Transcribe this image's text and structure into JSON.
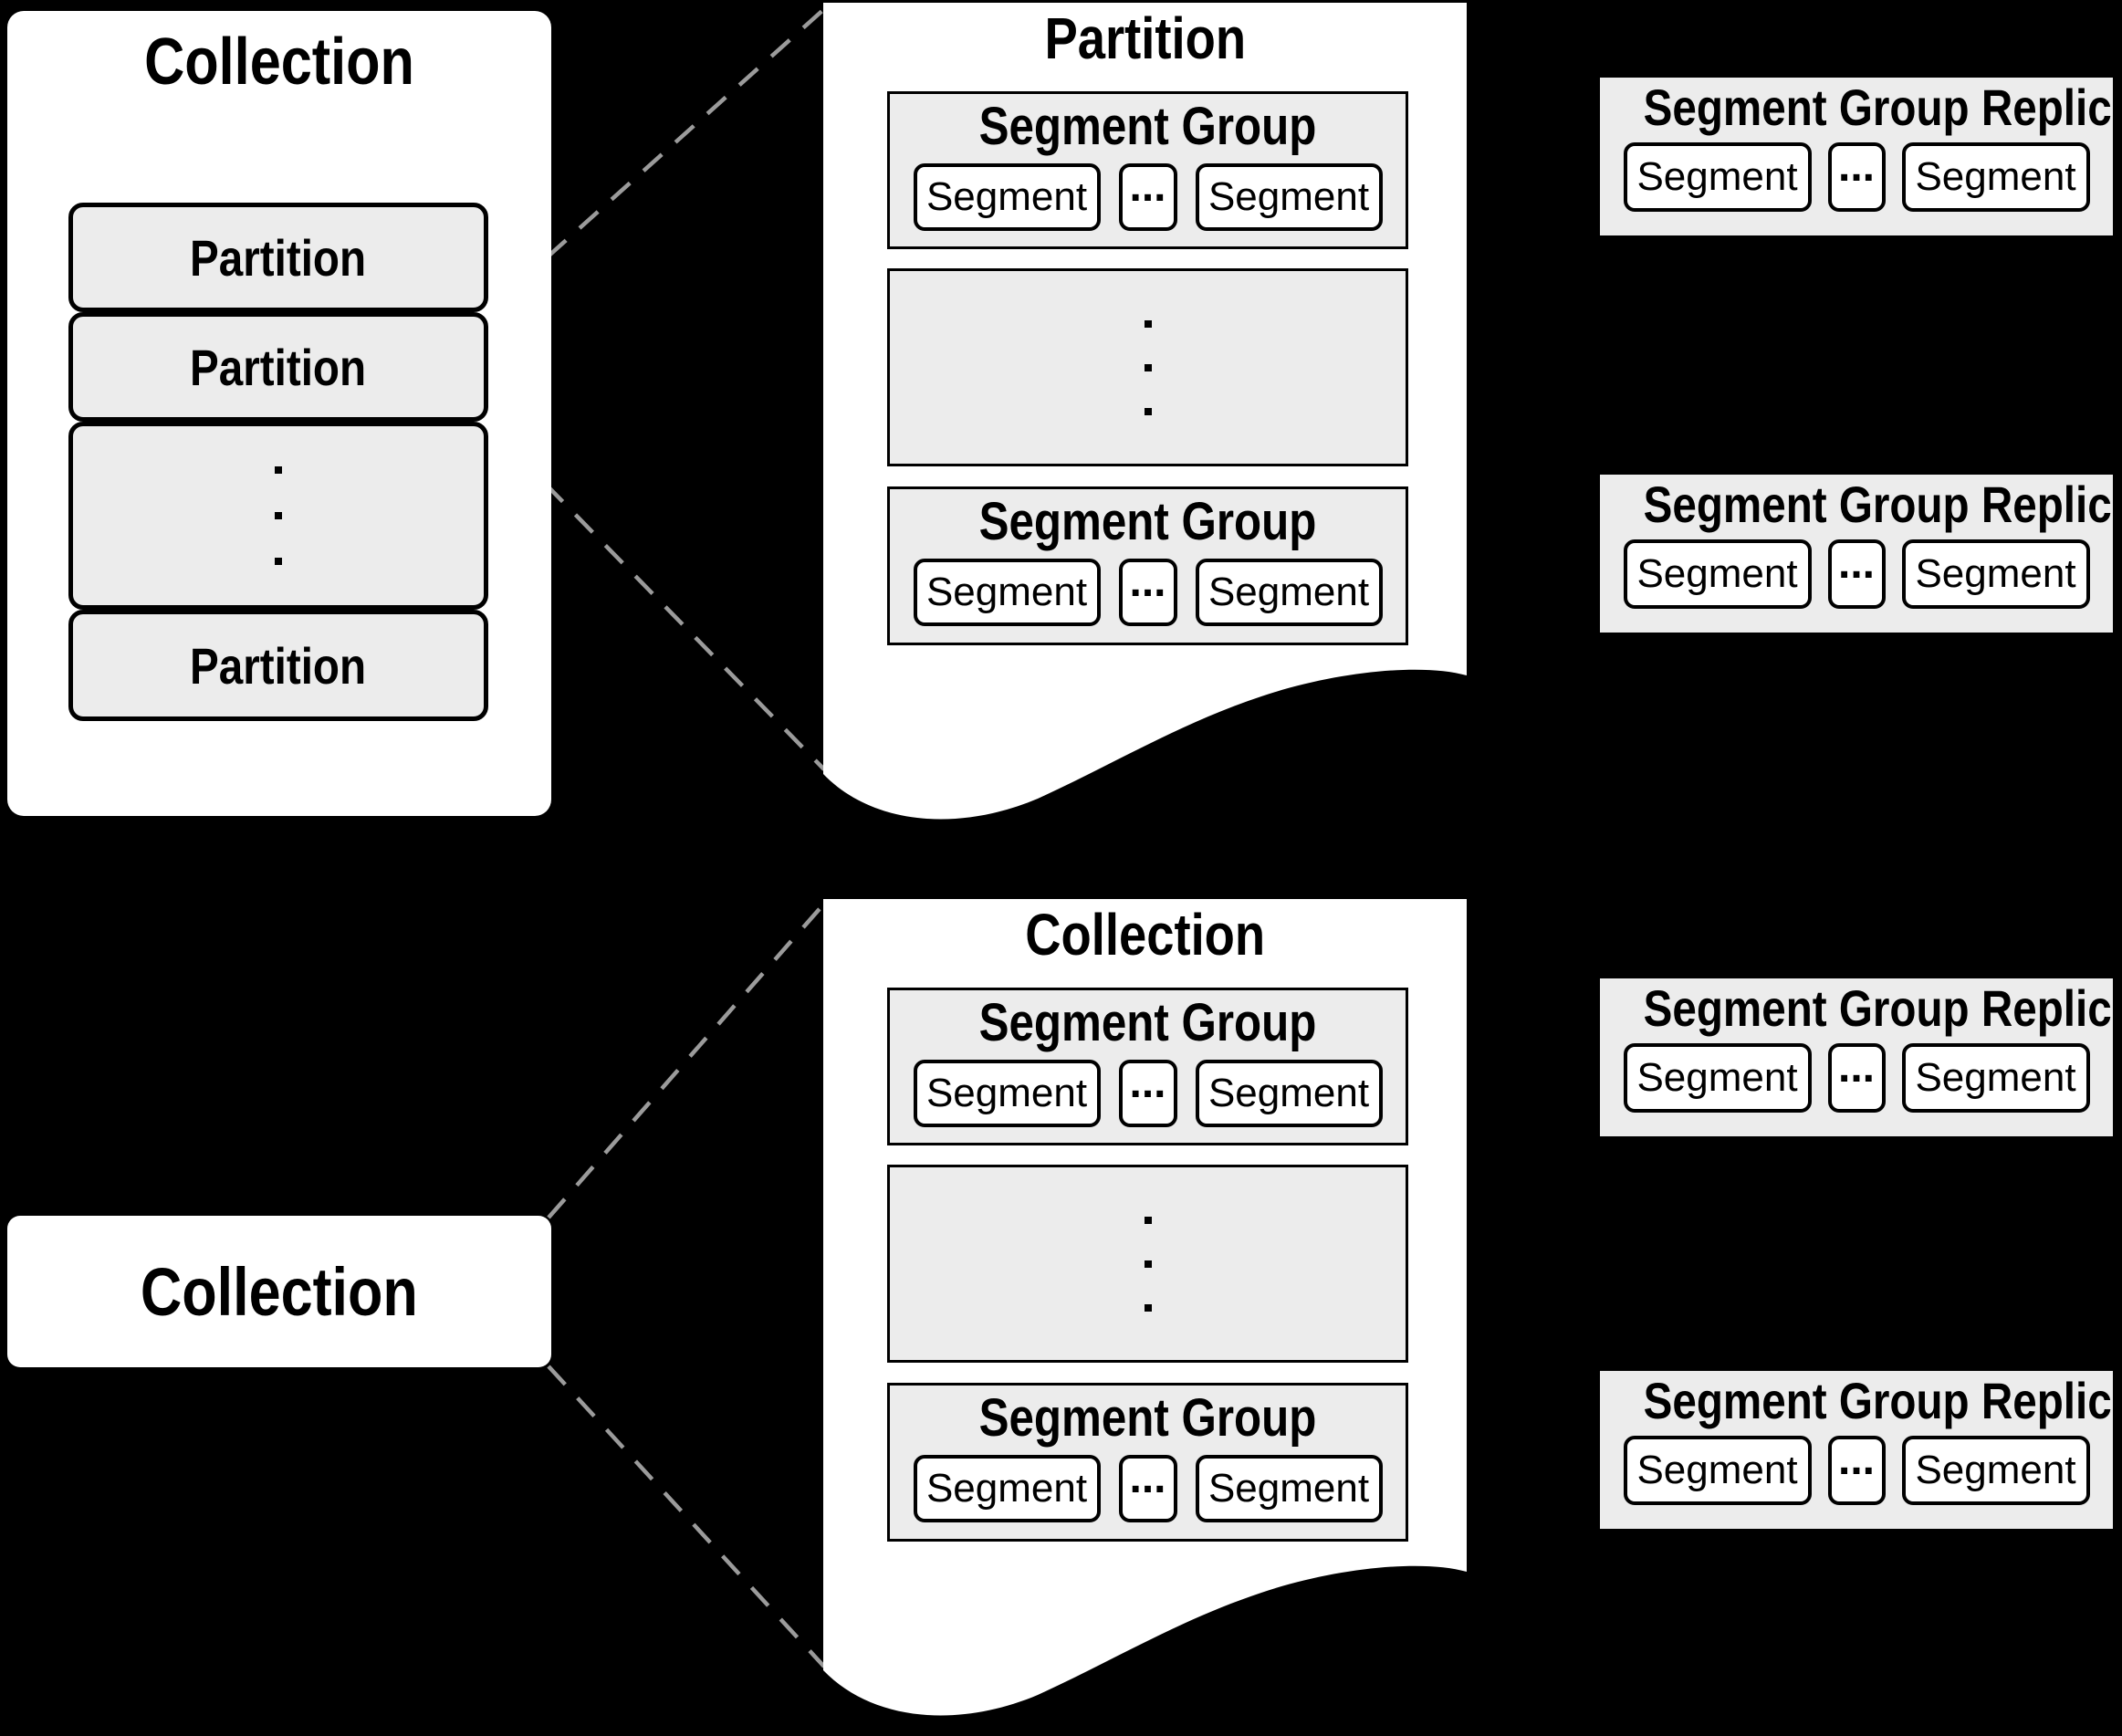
{
  "colors": {
    "background": "#000000",
    "panel_fill": "#ffffff",
    "box_fill": "#ececec",
    "border": "#000000",
    "dashed_line": "#9b9b9b",
    "text": "#000000"
  },
  "top": {
    "collection_panel": {
      "title": "Collection",
      "partitions": [
        "Partition",
        "Partition",
        "Partition"
      ]
    },
    "document": {
      "title": "Partition",
      "segment_groups": [
        {
          "title": "Segment Group",
          "segments": [
            "Segment",
            "Segment"
          ],
          "ellipsis": "..."
        },
        {
          "title": "Segment Group",
          "segments": [
            "Segment",
            "Segment"
          ],
          "ellipsis": "..."
        }
      ]
    },
    "replicas": [
      {
        "title": "Segment Group Replica",
        "segments": [
          "Segment",
          "Segment"
        ],
        "ellipsis": "..."
      },
      {
        "title": "Segment Group Replica",
        "segments": [
          "Segment",
          "Segment"
        ],
        "ellipsis": "..."
      }
    ]
  },
  "bottom": {
    "collection_box": {
      "title": "Collection"
    },
    "document": {
      "title": "Collection",
      "segment_groups": [
        {
          "title": "Segment Group",
          "segments": [
            "Segment",
            "Segment"
          ],
          "ellipsis": "..."
        },
        {
          "title": "Segment Group",
          "segments": [
            "Segment",
            "Segment"
          ],
          "ellipsis": "..."
        }
      ]
    },
    "replicas": [
      {
        "title": "Segment Group Replica",
        "segments": [
          "Segment",
          "Segment"
        ],
        "ellipsis": "..."
      },
      {
        "title": "Segment Group Replica",
        "segments": [
          "Segment",
          "Segment"
        ],
        "ellipsis": "..."
      }
    ]
  }
}
